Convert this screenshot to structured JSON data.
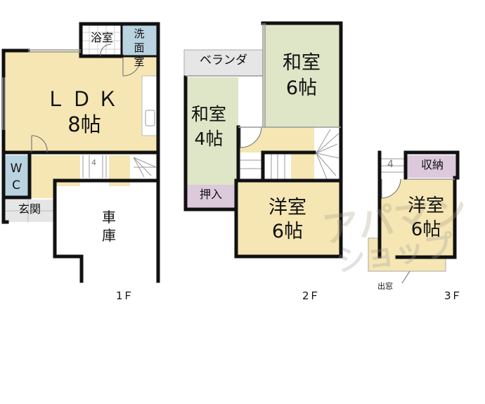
{
  "floor_plan": {
    "floors": [
      {
        "label": "1F",
        "rooms": [
          {
            "id": "ldk",
            "name": "ＬＤＫ",
            "size": "8帖",
            "color": "#f5e6b4"
          },
          {
            "id": "bath",
            "name": "浴室",
            "color": "#ffffff"
          },
          {
            "id": "washroom",
            "name": "洗面室",
            "lines": [
              "洗",
              "面",
              "室"
            ],
            "color": "#b9d3e0"
          },
          {
            "id": "wc",
            "name": "WC",
            "lines": [
              "W",
              "C"
            ],
            "color": "#b9d3e0"
          },
          {
            "id": "entrance",
            "name": "玄関",
            "color": "#e6e6e6"
          },
          {
            "id": "garage",
            "name": "車庫",
            "lines": [
              "車",
              "庫"
            ],
            "color": "#ffffff"
          }
        ]
      },
      {
        "label": "2F",
        "rooms": [
          {
            "id": "veranda",
            "name": "ベランダ",
            "color": "#e6e6e6"
          },
          {
            "id": "washitsu6",
            "name": "和室",
            "size": "6帖",
            "color": "#dfe5c7"
          },
          {
            "id": "washitsu4",
            "name": "和室",
            "size": "4帖",
            "color": "#dfe5c7"
          },
          {
            "id": "oshiire",
            "name": "押入",
            "color": "#dcc9dc"
          },
          {
            "id": "yoshitsu2",
            "name": "洋室",
            "size": "6帖",
            "color": "#f5e6b4"
          }
        ]
      },
      {
        "label": "3F",
        "rooms": [
          {
            "id": "storage",
            "name": "収納",
            "color": "#dcc9dc"
          },
          {
            "id": "yoshitsu3",
            "name": "洋室",
            "size": "6帖",
            "color": "#f5e6b4"
          },
          {
            "id": "bay_window",
            "name": "出窓",
            "color": "#f5e6b4"
          }
        ]
      }
    ],
    "labels": {
      "f1": "1Ｆ",
      "f2": "2Ｆ",
      "f3": "3Ｆ",
      "ldk_name": "ＬＤＫ",
      "ldk_size": "8帖",
      "bath": "浴室",
      "wash1": "洗",
      "wash2": "面",
      "wash3": "室",
      "wc1": "W",
      "wc2": "C",
      "entrance": "玄関",
      "garage1": "車",
      "garage2": "庫",
      "veranda": "ベランダ",
      "wa6_name": "和室",
      "wa6_size": "6帖",
      "wa4_name": "和室",
      "wa4_size": "4帖",
      "oshiire": "押入",
      "yo2_name": "洋室",
      "yo2_size": "6帖",
      "storage": "収納",
      "yo3_name": "洋室",
      "yo3_size": "6帖",
      "bay_window": "出窓",
      "stair_num": "4"
    },
    "watermark": {
      "line1": "アパマン",
      "line2": "ショップ"
    },
    "colors": {
      "wall": "#111111",
      "western_room": "#f5e6b4",
      "japanese_room": "#dfe5c7",
      "water_room": "#b9d3e0",
      "storage": "#dcc9dc",
      "exterior": "#e6e6e6"
    }
  }
}
